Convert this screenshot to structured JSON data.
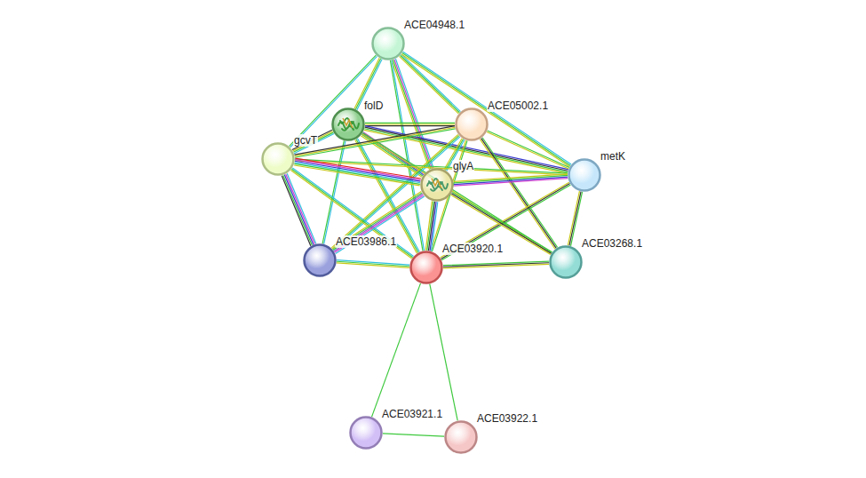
{
  "diagram": {
    "nodes": [
      {
        "text": [
          "ACE04948.1"
        ]
      },
      {
        "text": [
          "folD"
        ]
      },
      {
        "text": [
          "ACE05002.1"
        ]
      },
      {
        "text": [
          "gcvT"
        ]
      },
      {
        "text": [
          "metK"
        ]
      },
      {
        "text": [
          "glyA"
        ]
      },
      {
        "text": [
          "ACE03986.1"
        ]
      },
      {
        "text": [
          "ACE03920.1"
        ]
      },
      {
        "text": [
          "ACE03268.1"
        ]
      },
      {
        "text": [
          "ACE03921.1"
        ]
      },
      {
        "text": [
          "ACE03922.1"
        ]
      }
    ],
    "edges": [
      {
        "from": 0,
        "to": 1,
        "arrow": "none"
      },
      {
        "from": 0,
        "to": 2,
        "arrow": "none"
      },
      {
        "from": 0,
        "to": 3,
        "arrow": "none"
      },
      {
        "from": 0,
        "to": 4,
        "arrow": "none"
      },
      {
        "from": 0,
        "to": 5,
        "arrow": "none"
      },
      {
        "from": 0,
        "to": 7,
        "arrow": "none"
      },
      {
        "from": 1,
        "to": 2,
        "arrow": "none"
      },
      {
        "from": 1,
        "to": 3,
        "arrow": "none"
      },
      {
        "from": 1,
        "to": 4,
        "arrow": "none"
      },
      {
        "from": 1,
        "to": 5,
        "arrow": "none"
      },
      {
        "from": 1,
        "to": 6,
        "arrow": "none"
      },
      {
        "from": 1,
        "to": 7,
        "arrow": "none"
      },
      {
        "from": 1,
        "to": 8,
        "arrow": "none"
      },
      {
        "from": 2,
        "to": 3,
        "arrow": "none"
      },
      {
        "from": 2,
        "to": 4,
        "arrow": "none"
      },
      {
        "from": 2,
        "to": 5,
        "arrow": "none"
      },
      {
        "from": 2,
        "to": 6,
        "arrow": "none"
      },
      {
        "from": 2,
        "to": 7,
        "arrow": "none"
      },
      {
        "from": 2,
        "to": 8,
        "arrow": "none"
      },
      {
        "from": 3,
        "to": 4,
        "arrow": "none"
      },
      {
        "from": 3,
        "to": 5,
        "arrow": "none"
      },
      {
        "from": 3,
        "to": 6,
        "arrow": "none"
      },
      {
        "from": 3,
        "to": 7,
        "arrow": "none"
      },
      {
        "from": 4,
        "to": 5,
        "arrow": "none"
      },
      {
        "from": 4,
        "to": 7,
        "arrow": "none"
      },
      {
        "from": 4,
        "to": 8,
        "arrow": "none"
      },
      {
        "from": 5,
        "to": 6,
        "arrow": "none"
      },
      {
        "from": 5,
        "to": 7,
        "arrow": "none"
      },
      {
        "from": 5,
        "to": 8,
        "arrow": "none"
      },
      {
        "from": 6,
        "to": 7,
        "arrow": "none"
      },
      {
        "from": 7,
        "to": 8,
        "arrow": "none"
      },
      {
        "from": 7,
        "to": 9,
        "arrow": "none"
      },
      {
        "from": 7,
        "to": 10,
        "arrow": "none"
      },
      {
        "from": 9,
        "to": 10,
        "arrow": "none"
      }
    ]
  }
}
